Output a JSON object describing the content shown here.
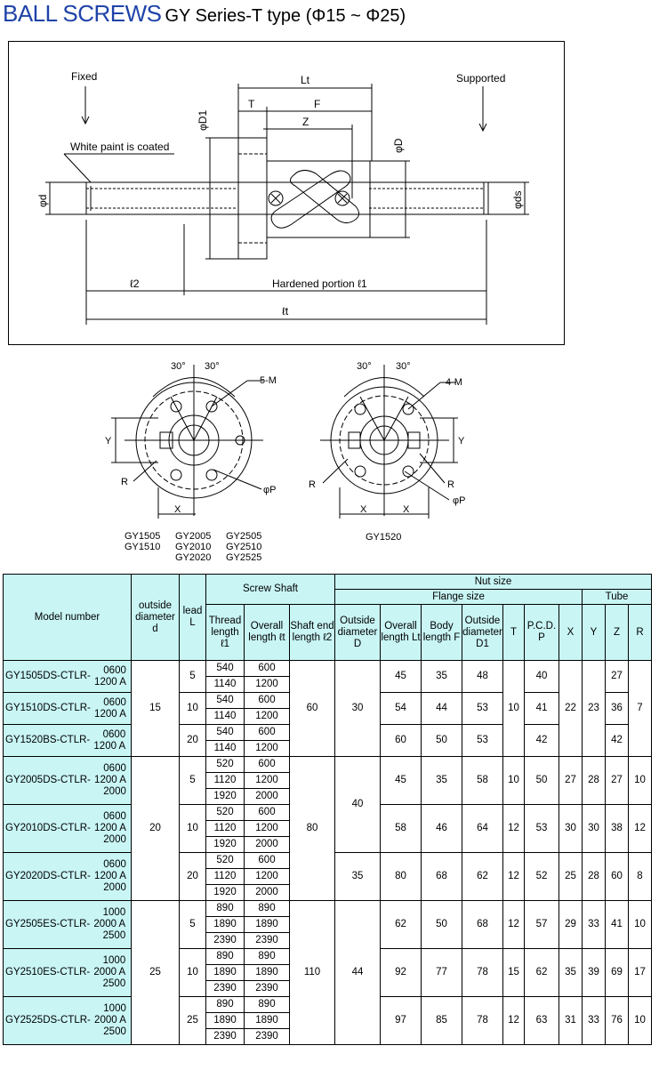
{
  "title": {
    "main": "BALL SCREWS",
    "sub": "GY Series-T type (Φ15 ~ Φ25)"
  },
  "drawing": {
    "fixed": "Fixed",
    "supported": "Supported",
    "white_paint": "White paint is coated",
    "hardened": "Hardened portion  ℓ1",
    "lt": "Lt",
    "t": "T",
    "f": "F",
    "z": "Z",
    "d1": "φD1",
    "D": "φD",
    "d": "φd",
    "ds": "φds",
    "l2": "ℓ2",
    "lt_total": "ℓt"
  },
  "flange": {
    "angle": "30°",
    "holes_5": "5-M",
    "holes_4": "4-M",
    "y": "Y",
    "x": "X",
    "r": "R",
    "p": "φP",
    "left_models": [
      [
        "GY1505",
        "GY2005",
        "GY2505"
      ],
      [
        "GY1510",
        "GY2010",
        "GY2510"
      ],
      [
        "",
        "GY2020",
        "GY2525"
      ]
    ],
    "right_model": "GY1520"
  },
  "table": {
    "headers": {
      "model": "Model number",
      "outside": "outside diameter d",
      "lead": "lead L",
      "screw_shaft": "Screw Shaft",
      "thread": "Thread length ℓ1",
      "overall": "Overall length ℓt",
      "shaft_end": "Shaft end length ℓ2",
      "nut_size": "Nut size",
      "flange_size": "Flange size",
      "tube": "Tube",
      "od": "Outside diameter D",
      "olt": "Overall length Lt",
      "bf": "Body length F",
      "od1": "Outside diameter D1",
      "t": "T",
      "pcd": "P.C.D. P",
      "x": "X",
      "y": "Y",
      "z": "Z",
      "r": "R"
    },
    "groups": [
      {
        "d": "15",
        "l2": "60",
        "rows": [
          {
            "prefix": "GY1505DS-CTLR-",
            "suffix": [
              "0600",
              "1200 A"
            ],
            "lead": "5",
            "thread": [
              "540",
              "1140"
            ],
            "overall": [
              "600",
              "1200"
            ],
            "lt": "45",
            "f": "35",
            "d1": "48",
            "p": "40",
            "z": "27"
          },
          {
            "prefix": "GY1510DS-CTLR-",
            "suffix": [
              "0600",
              "1200 A"
            ],
            "lead": "10",
            "thread": [
              "540",
              "1140"
            ],
            "overall": [
              "600",
              "1200"
            ],
            "lt": "54",
            "f": "44",
            "d1": "53",
            "p": "41",
            "z": "36"
          },
          {
            "prefix": "GY1520BS-CTLR-",
            "suffix": [
              "0600",
              "1200 A"
            ],
            "lead": "20",
            "thread": [
              "540",
              "1140"
            ],
            "overall": [
              "600",
              "1200"
            ],
            "lt": "60",
            "f": "50",
            "d1": "53",
            "p": "42",
            "z": "42"
          }
        ],
        "D": "30",
        "T": "10",
        "X": "22",
        "Y": "23",
        "R": "7"
      },
      {
        "d": "20",
        "l2": "80",
        "rows": [
          {
            "prefix": "GY2005DS-CTLR-",
            "suffix": [
              "0600",
              "1200 A",
              "2000"
            ],
            "lead": "5",
            "thread": [
              "520",
              "1120",
              "1920"
            ],
            "overall": [
              "600",
              "1200",
              "2000"
            ],
            "D": "40",
            "lt": "45",
            "f": "35",
            "d1": "58",
            "t": "10",
            "p": "50",
            "x": "27",
            "y": "28",
            "z": "27",
            "r": "10"
          },
          {
            "prefix": "GY2010DS-CTLR-",
            "suffix": [
              "0600",
              "1200 A",
              "2000"
            ],
            "lead": "10",
            "thread": [
              "520",
              "1120",
              "1920"
            ],
            "overall": [
              "600",
              "1200",
              "2000"
            ],
            "lt": "58",
            "f": "46",
            "d1": "64",
            "t": "12",
            "p": "53",
            "x": "30",
            "y": "30",
            "z": "38",
            "r": "12"
          },
          {
            "prefix": "GY2020DS-CTLR-",
            "suffix": [
              "0600",
              "1200 A",
              "2000"
            ],
            "lead": "20",
            "thread": [
              "520",
              "1120",
              "1920"
            ],
            "overall": [
              "600",
              "1200",
              "2000"
            ],
            "D": "35",
            "lt": "80",
            "f": "68",
            "d1": "62",
            "t": "12",
            "p": "52",
            "x": "25",
            "y": "28",
            "z": "60",
            "r": "8"
          }
        ]
      },
      {
        "d": "25",
        "l2": "110",
        "D": "44",
        "rows": [
          {
            "prefix": "GY2505ES-CTLR-",
            "suffix": [
              "1000",
              "2000 A",
              "2500"
            ],
            "lead": "5",
            "thread": [
              "890",
              "1890",
              "2390"
            ],
            "overall": [
              "890",
              "1890",
              "2390"
            ],
            "lt": "62",
            "f": "50",
            "d1": "68",
            "t": "12",
            "p": "57",
            "x": "29",
            "y": "33",
            "z": "41",
            "r": "10"
          },
          {
            "prefix": "GY2510ES-CTLR-",
            "suffix": [
              "1000",
              "2000 A",
              "2500"
            ],
            "lead": "10",
            "thread": [
              "890",
              "1890",
              "2390"
            ],
            "overall": [
              "890",
              "1890",
              "2390"
            ],
            "lt": "92",
            "f": "77",
            "d1": "78",
            "t": "15",
            "p": "62",
            "x": "35",
            "y": "39",
            "z": "69",
            "r": "17"
          },
          {
            "prefix": "GY2525DS-CTLR-",
            "suffix": [
              "1000",
              "2000 A",
              "2500"
            ],
            "lead": "25",
            "thread": [
              "890",
              "1890",
              "2390"
            ],
            "overall": [
              "890",
              "1890",
              "2390"
            ],
            "lt": "97",
            "f": "85",
            "d1": "78",
            "t": "12",
            "p": "63",
            "x": "31",
            "y": "33",
            "z": "76",
            "r": "10"
          }
        ]
      }
    ]
  }
}
